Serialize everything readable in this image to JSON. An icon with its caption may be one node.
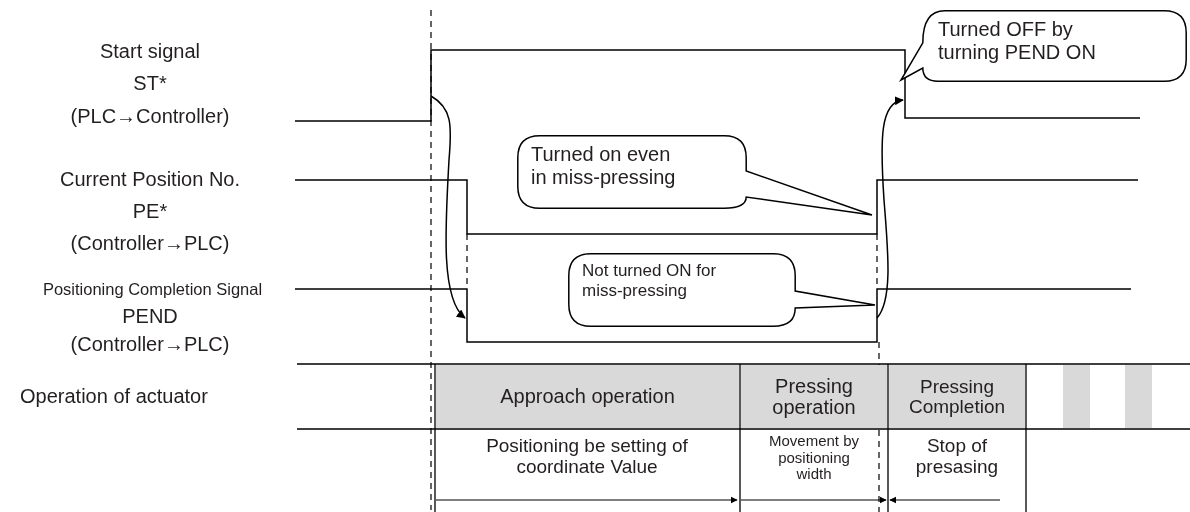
{
  "diagram": {
    "nodes": [
      {
        "text": [
          "Turned OFF by turning PEND ON"
        ]
      },
      {
        "text": [
          "Turned on even in miss-pressing"
        ]
      },
      {
        "text": [
          "Not turned ON for miss-pressing"
        ]
      }
    ],
    "labels": [
      "Start signal",
      "ST*",
      "(PLC→Controller)",
      "Current Position No.",
      "PE*",
      "(Controller→PLC)",
      "Positioning Completion Signal",
      "PEND",
      "(Controller→PLC)",
      "Operation of actuator",
      "Approach operation",
      "Pressing operation",
      "Pressing Completion",
      "Positioning be setting of coordinate Value",
      "Movement by positioning width",
      "Stop of presasing"
    ]
  }
}
